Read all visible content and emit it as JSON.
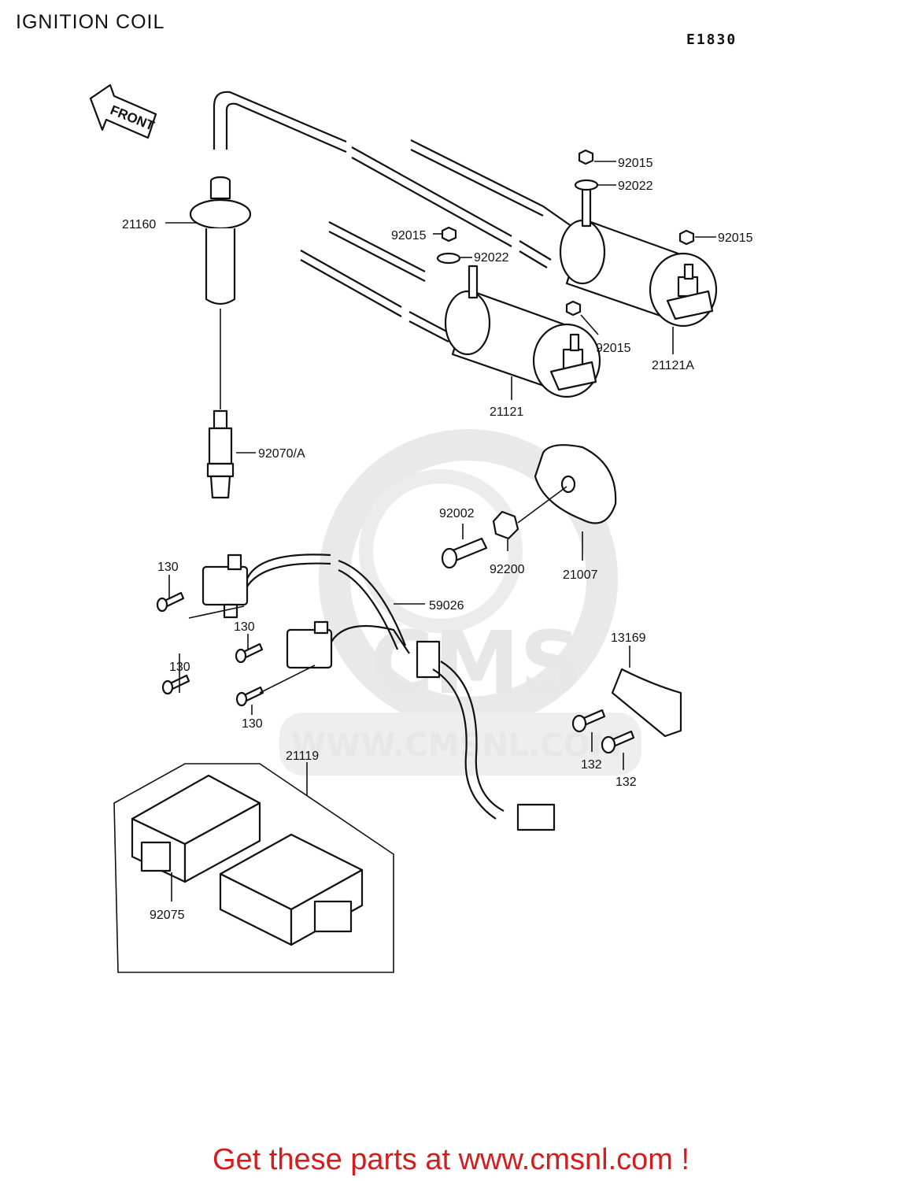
{
  "header": {
    "title": "IGNITION COIL",
    "code": "E1830"
  },
  "front_label": "FRONT",
  "labels": {
    "p21160": "21160",
    "p92070": "92070/A",
    "p92015a": "92015",
    "p92022a": "92022",
    "p92015b": "92015",
    "p92015c": "92015",
    "p92022b": "92022",
    "p92015d": "92015",
    "p21121A": "21121A",
    "p21121": "21121",
    "p92002": "92002",
    "p92200": "92200",
    "p21007": "21007",
    "p130a": "130",
    "p130b": "130",
    "p130c": "130",
    "p130d": "130",
    "p59026": "59026",
    "p13169": "13169",
    "p132a": "132",
    "p132b": "132",
    "p21119": "21119",
    "p92075": "92075"
  },
  "watermark": {
    "brand": "CMS",
    "url": "WWW.CMSNL.COM"
  },
  "footer": {
    "text": "Get these parts at www.cmsnl.com !",
    "color": "#d21e1e"
  }
}
